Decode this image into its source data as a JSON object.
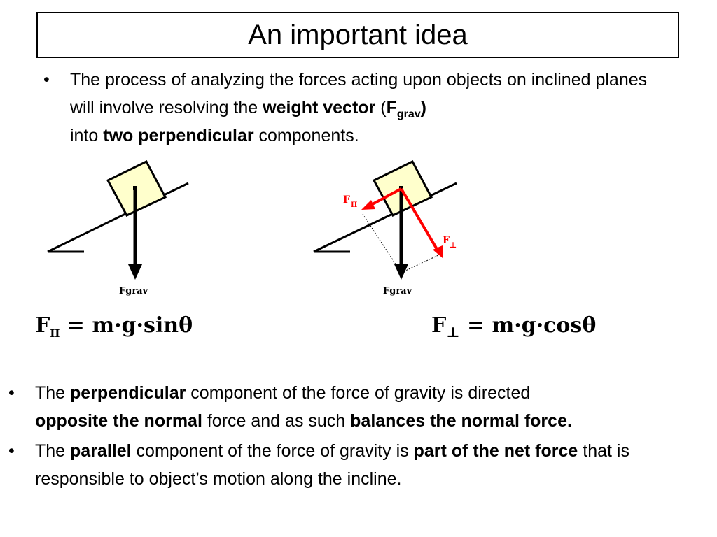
{
  "slide": {
    "title": "An important idea"
  },
  "intro_bullet": {
    "marker": "•",
    "part1": "The process of analyzing the forces acting upon objects on inclined planes will involve resolving the ",
    "bold1": "weight vector",
    "part2": " (",
    "bold_F": "F",
    "sub_grav": "grav",
    "bold_paren": ")",
    "part3": " into ",
    "bold2": "two perpendicular",
    "part4": " components."
  },
  "diagram_left": {
    "label_fgrav": "Fgrav"
  },
  "diagram_right": {
    "label_fgrav": "Fgrav",
    "label_fpar": "F",
    "label_fpar_sub": "II",
    "label_fperp": "F",
    "label_fperp_sub": "⊥"
  },
  "equations": {
    "parallel": {
      "symbol": "F",
      "sub": "II",
      "rhs": " = m·g·sin",
      "theta": "θ"
    },
    "perpendicular": {
      "symbol": "F",
      "sub": "⊥",
      "rhs": " = m·g·cos",
      "theta": "θ"
    }
  },
  "colors": {
    "arrow_red": "#ff0000",
    "block_fill": "#ffffcc"
  },
  "bullet_perp": {
    "marker": "•",
    "part1": "The ",
    "bold1": "perpendicular",
    "part2": " component of the force of gravity is directed ",
    "bold2": "opposite the normal",
    "part3": " force and as such ",
    "bold3": "balances the normal force."
  },
  "bullet_par": {
    "marker": "•",
    "part1": "The ",
    "bold1": "parallel",
    "part2": " component of the force of gravity is ",
    "bold2": "part of the net force",
    "part3": " that is responsible to object’s motion along the incline."
  }
}
